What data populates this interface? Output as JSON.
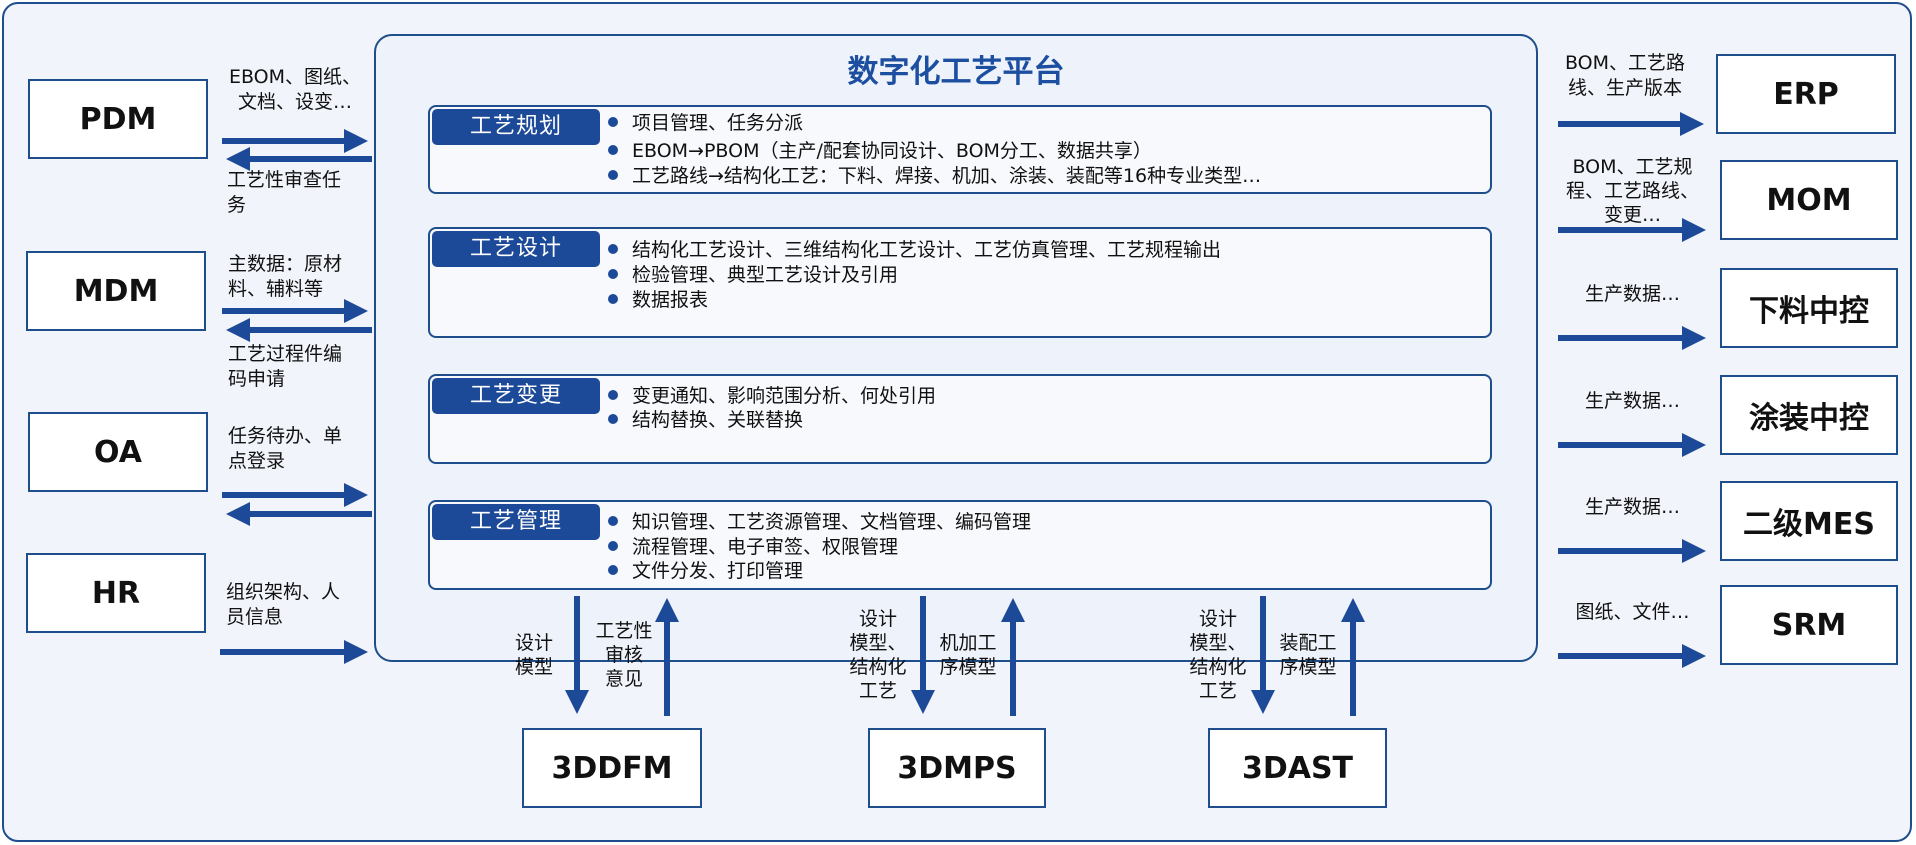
{
  "title": "数字化工艺平台",
  "modules": [
    {
      "name": "工艺规划",
      "items": [
        "项目管理、任务分派",
        "EBOM→PBOM（主产/配套协同设计、BOM分工、数据共享）",
        "工艺路线→结构化工艺：下料、焊接、机加、涂装、装配等16种专业类型…"
      ]
    },
    {
      "name": "工艺设计",
      "items": [
        "结构化工艺设计、三维结构化工艺设计、工艺仿真管理、工艺规程输出",
        "检验管理、典型工艺设计及引用",
        "数据报表"
      ]
    },
    {
      "name": "工艺变更",
      "items": [
        "变更通知、影响范围分析、何处引用",
        "结构替换、关联替换"
      ]
    },
    {
      "name": "工艺管理",
      "items": [
        "知识管理、工艺资源管理、文档管理、编码管理",
        "流程管理、电子审签、权限管理",
        "文件分发、打印管理"
      ]
    }
  ],
  "left_systems": [
    {
      "name": "PDM",
      "in_label": "EBOM、图纸、\n文档、设变…",
      "out_label": "工艺性审查任\n务"
    },
    {
      "name": "MDM",
      "in_label": "主数据：原材\n料、辅料等",
      "out_label": "工艺过程件编\n码申请"
    },
    {
      "name": "OA",
      "in_label": "任务待办、单\n点登录",
      "out_label": ""
    },
    {
      "name": "HR",
      "in_label": "组织架构、人\n员信息",
      "out_label": ""
    }
  ],
  "right_systems": [
    {
      "name": "ERP",
      "label": "BOM、工艺路\n线、生产版本"
    },
    {
      "name": "MOM",
      "label": "BOM、工艺规\n程、工艺路线、\n变更…"
    },
    {
      "name": "下料中控",
      "label": "生产数据…"
    },
    {
      "name": "涂装中控",
      "label": "生产数据…"
    },
    {
      "name": "二级MES",
      "label": "生产数据…"
    },
    {
      "name": "SRM",
      "label": "图纸、文件…"
    }
  ],
  "bottom_systems": [
    {
      "name": "3DDFM",
      "down_label": "设计\n模型",
      "up_label": "工艺性\n审核\n意见"
    },
    {
      "name": "3DMPS",
      "down_label": "设计\n模型、\n结构化\n工艺",
      "up_label": "机加工\n序模型"
    },
    {
      "name": "3DAST",
      "down_label": "设计\n模型、\n结构化\n工艺",
      "up_label": "装配工\n序模型"
    }
  ],
  "colors": {
    "primary": "#1c4a98",
    "border": "#1f4e8c",
    "background": "#f1f4fa",
    "title": "#1c4fa0"
  }
}
